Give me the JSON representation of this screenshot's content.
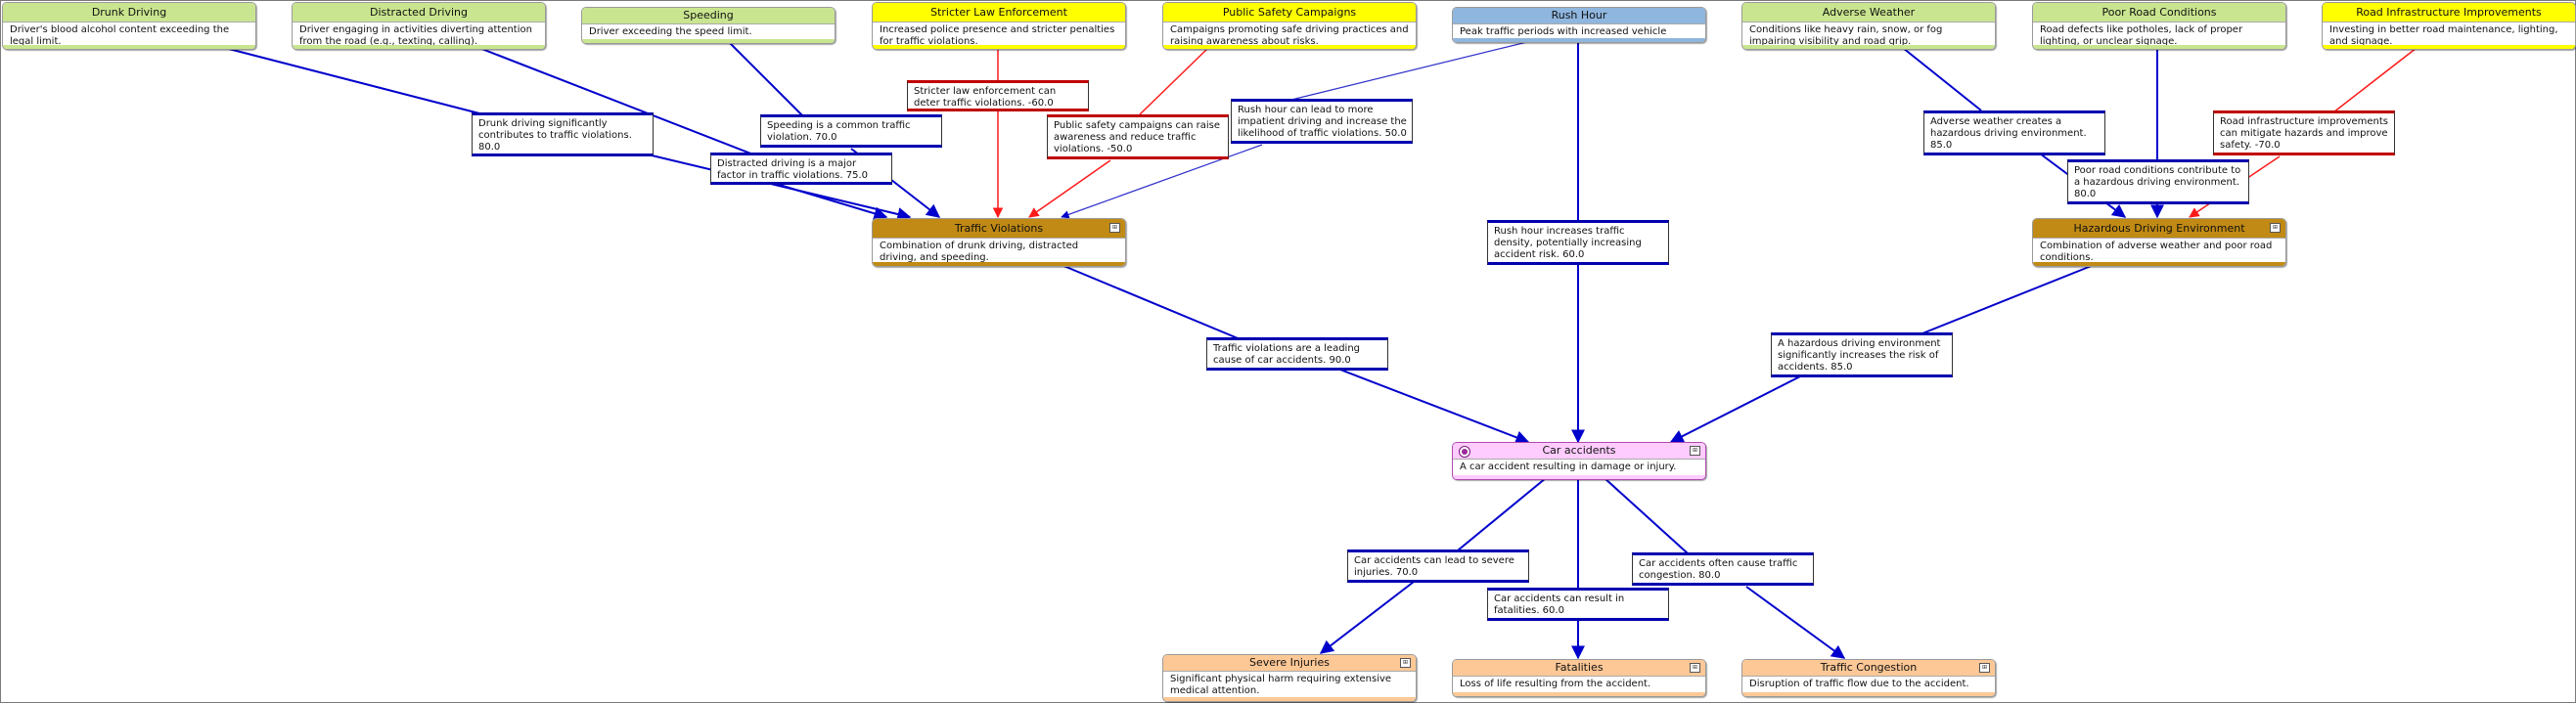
{
  "colors": {
    "positive_edge": "#0000cc",
    "negative_edge": "#ff1a1a",
    "factor_green": "#c9e58f",
    "intervention_yellow": "#ffff00",
    "condition_blue": "#8fb6de",
    "intermediate_brown": "#c08a14",
    "target_pink": "#ffccff",
    "outcome_peach": "#fdc896"
  },
  "nodes": {
    "drunk_driving": {
      "title": "Drunk Driving",
      "desc": "Driver's blood alcohol content exceeding the legal limit."
    },
    "distracted_driving": {
      "title": "Distracted Driving",
      "desc": "Driver engaging in activities diverting attention from the road (e.g., texting, calling)."
    },
    "speeding": {
      "title": "Speeding",
      "desc": "Driver exceeding the speed limit."
    },
    "stricter_law": {
      "title": "Stricter Law Enforcement",
      "desc": "Increased police presence and stricter penalties for traffic violations."
    },
    "public_safety": {
      "title": "Public Safety Campaigns",
      "desc": "Campaigns promoting safe driving practices and raising awareness about risks."
    },
    "rush_hour": {
      "title": "Rush Hour",
      "desc": "Peak traffic periods with increased vehicle density."
    },
    "adverse_weather": {
      "title": "Adverse Weather",
      "desc": "Conditions like heavy rain, snow, or fog impairing visibility and road grip."
    },
    "poor_road": {
      "title": "Poor Road Conditions",
      "desc": "Road defects like potholes, lack of proper lighting, or unclear signage."
    },
    "road_infra": {
      "title": "Road Infrastructure Improvements",
      "desc": "Investing in better road maintenance, lighting, and signage."
    },
    "traffic_violations": {
      "title": "Traffic Violations",
      "desc": "Combination of drunk driving, distracted driving, and speeding."
    },
    "hazardous_env": {
      "title": "Hazardous Driving Environment",
      "desc": "Combination of adverse weather and poor road conditions."
    },
    "car_accidents": {
      "title": "Car accidents",
      "desc": "A car accident resulting in damage or injury."
    },
    "severe_injuries": {
      "title": "Severe Injuries",
      "desc": "Significant physical harm requiring extensive medical attention."
    },
    "fatalities": {
      "title": "Fatalities",
      "desc": "Loss of life resulting from the accident."
    },
    "traffic_congestion": {
      "title": "Traffic Congestion",
      "desc": "Disruption of traffic flow due to the accident."
    }
  },
  "relations": {
    "drunk_tv": "Drunk driving significantly contributes to traffic violations. 80.0",
    "distracted_tv": "Distracted driving is a major factor in traffic violations. 75.0",
    "speeding_tv": "Speeding is a common traffic violation. 70.0",
    "stricter_tv": "Stricter law enforcement can deter traffic violations. -60.0",
    "campaign_tv": "Public safety campaigns can raise awareness and reduce traffic violations. -50.0",
    "rush_tv": "Rush hour can lead to more impatient driving and increase the likelihood of traffic violations. 50.0",
    "rush_ca": "Rush hour increases traffic density, potentially increasing accident risk. 60.0",
    "weather_he": "Adverse weather creates a hazardous driving environment. 85.0",
    "road_he": "Poor road conditions contribute to a hazardous driving environment. 80.0",
    "infra_he": "Road infrastructure improvements can mitigate hazards and improve safety. -70.0",
    "tv_ca": "Traffic violations are a leading cause of car accidents. 90.0",
    "he_ca": "A hazardous driving environment significantly increases the risk of accidents. 85.0",
    "ca_si": "Car accidents can lead to severe injuries. 70.0",
    "ca_fat": "Car accidents can result in fatalities. 60.0",
    "ca_tc": "Car accidents often cause traffic congestion. 80.0"
  }
}
